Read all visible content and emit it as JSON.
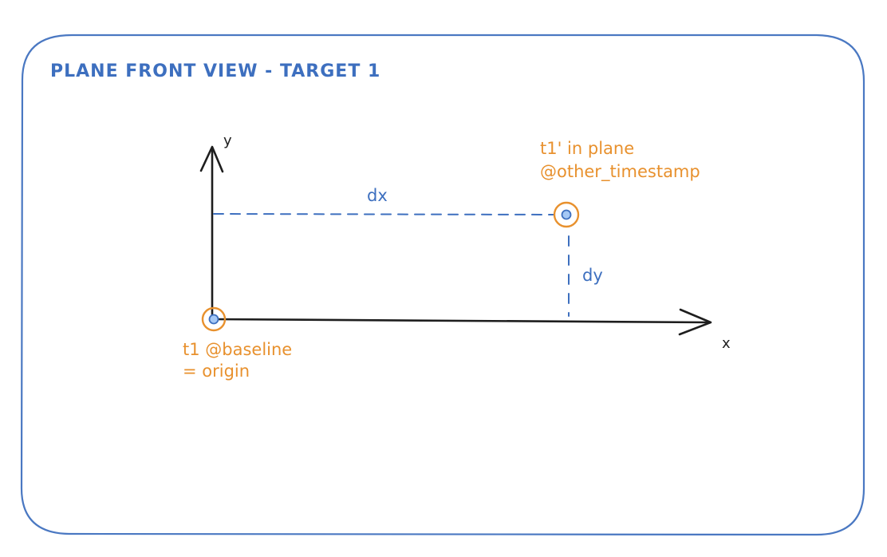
{
  "title": "PLANE FRONT VIEW - TARGET 1",
  "axes": {
    "x_label": "x",
    "y_label": "y"
  },
  "measurements": {
    "dx_label": "dx",
    "dy_label": "dy"
  },
  "points": {
    "origin": {
      "line1": "t1 @baseline",
      "line2": "= origin"
    },
    "target": {
      "line1": "t1' in plane",
      "line2": "@other_timestamp"
    }
  },
  "colors": {
    "frame": "#4a78c2",
    "title": "#3d6fbf",
    "axis": "#1e1e1e",
    "dashed": "#3d6fbf",
    "highlight": "#e8912e",
    "dot_fill": "#a5c8f5",
    "dot_stroke": "#3d6fbf"
  }
}
